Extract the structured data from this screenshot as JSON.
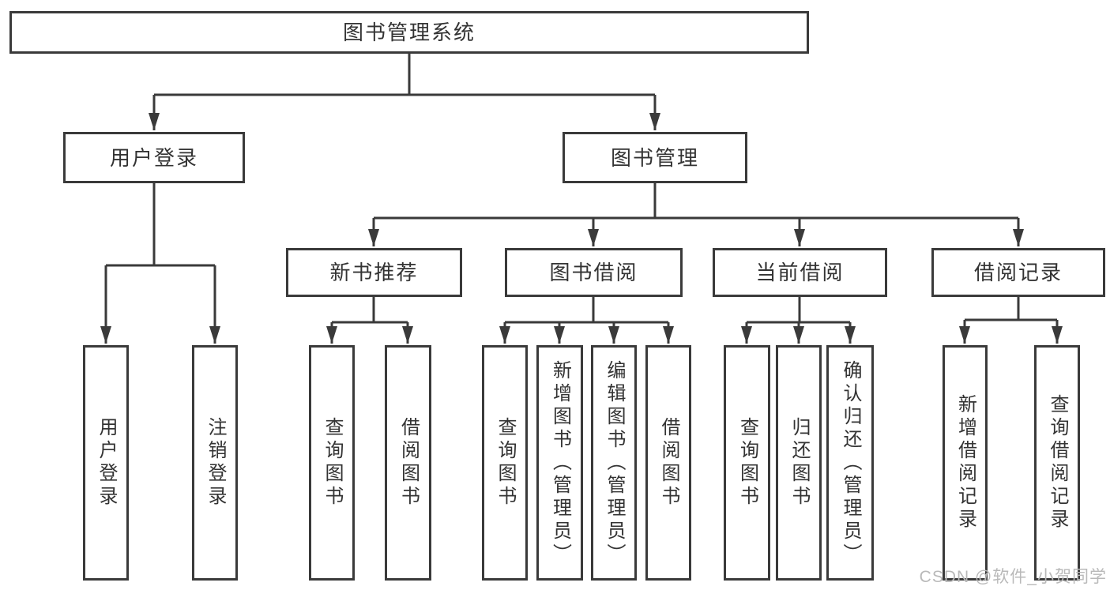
{
  "diagram": {
    "root": {
      "label": "图书管理系统"
    },
    "level2": [
      {
        "label": "用户登录"
      },
      {
        "label": "图书管理"
      }
    ],
    "level3": [
      {
        "label": "新书推荐"
      },
      {
        "label": "图书借阅"
      },
      {
        "label": "当前借阅"
      },
      {
        "label": "借阅记录"
      }
    ],
    "leaves": [
      {
        "label": "用户登录"
      },
      {
        "label": "注销登录"
      },
      {
        "label": "查询图书"
      },
      {
        "label": "借阅图书"
      },
      {
        "label": "查询图书"
      },
      {
        "label": "新增图书（管理员）"
      },
      {
        "label": "编辑图书（管理员）"
      },
      {
        "label": "借阅图书"
      },
      {
        "label": "查询图书"
      },
      {
        "label": "归还图书"
      },
      {
        "label": "确认归还（管理员）"
      },
      {
        "label": "新增借阅记录"
      },
      {
        "label": "查询借阅记录"
      }
    ]
  },
  "watermark": {
    "text": "CSDN @软件_小贺同学",
    "color": "#b9b9b9"
  },
  "colors": {
    "line": "#3a3a3a",
    "box_border": "#3a3a3a",
    "text": "#333333",
    "background": "#ffffff"
  }
}
